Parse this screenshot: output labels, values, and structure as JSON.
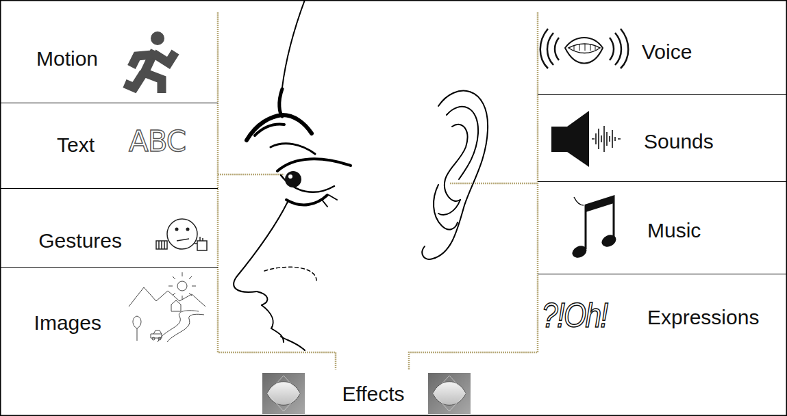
{
  "diagram": {
    "nodes": [
      {
        "text": [
          "Motion"
        ]
      },
      {
        "text": [
          "Text",
          "ABC"
        ]
      },
      {
        "text": [
          "Gestures"
        ]
      },
      {
        "text": [
          "Images"
        ]
      },
      {
        "text": [
          "Voice"
        ]
      },
      {
        "text": [
          "Sounds"
        ]
      },
      {
        "text": [
          "Music"
        ]
      },
      {
        "text": [
          "Expressions",
          "?!Oh!"
        ]
      },
      {
        "text": [
          "Effects"
        ]
      }
    ]
  }
}
